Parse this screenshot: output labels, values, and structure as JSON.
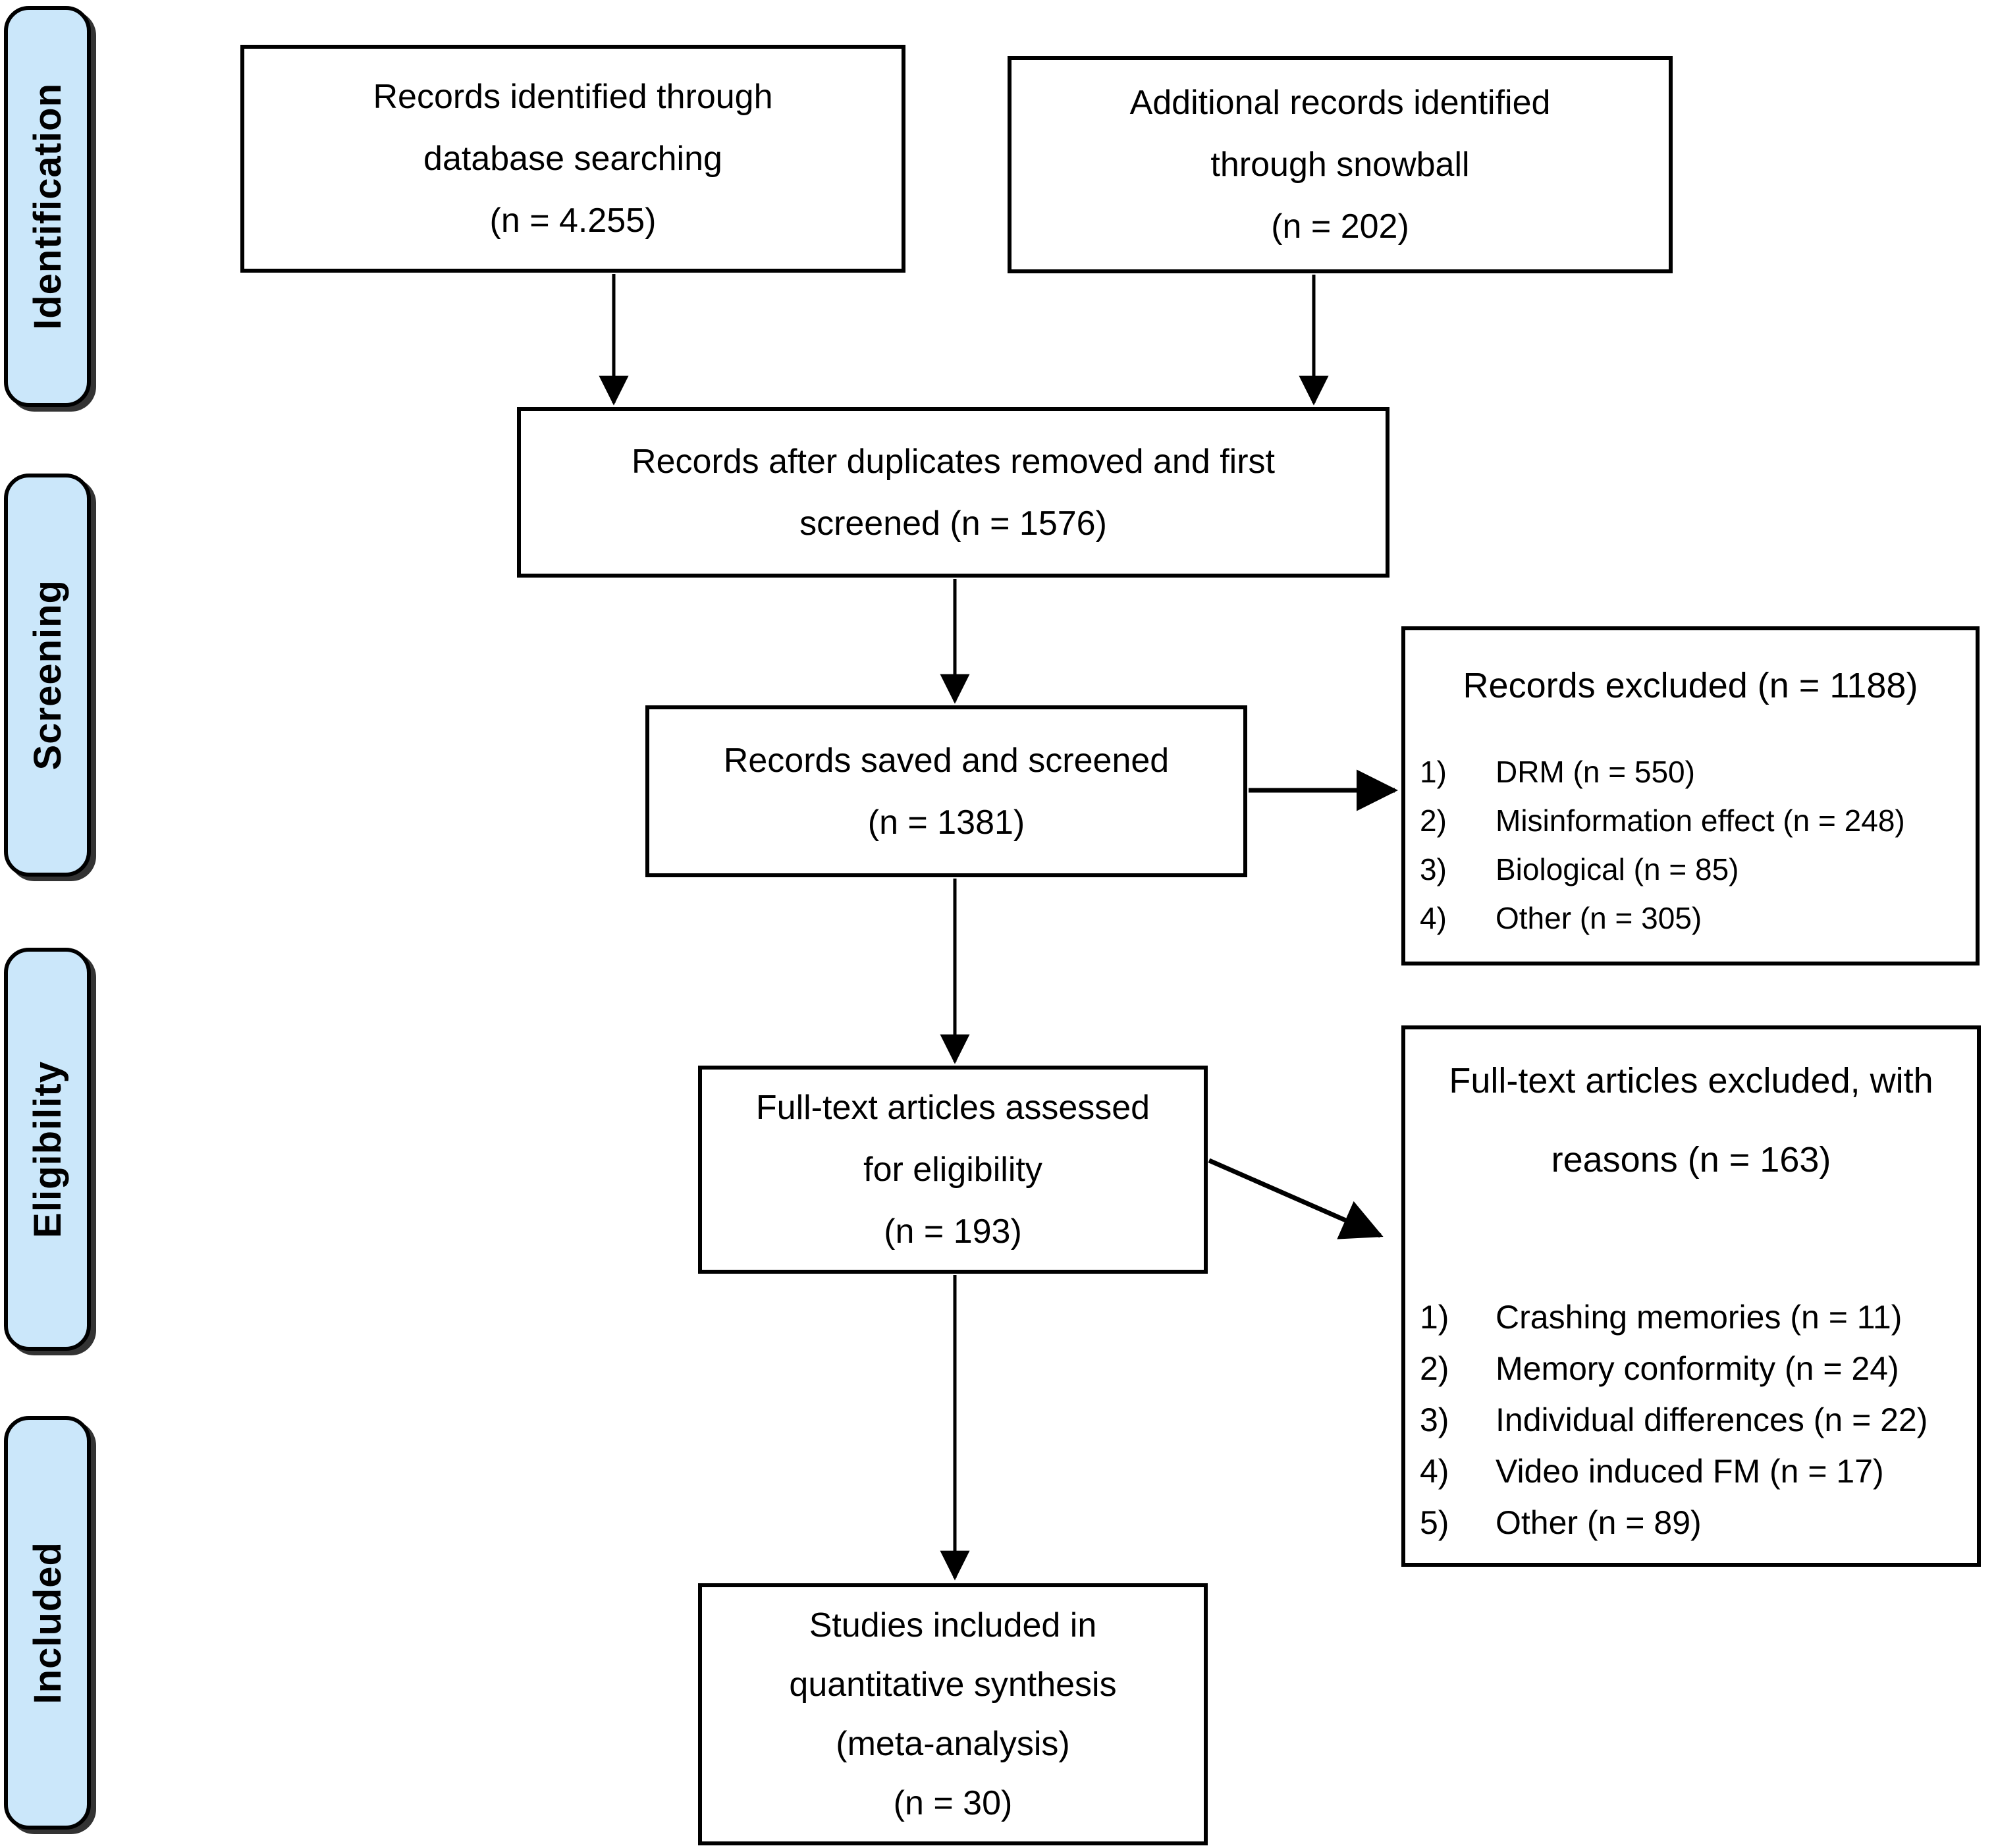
{
  "sidebar": {
    "identification": "Identification",
    "screening": "Screening",
    "eligibility": "Eligibility",
    "included": "Included"
  },
  "boxes": {
    "identified": {
      "lines": [
        "Records identified through",
        "database searching",
        "(n = 4.255)"
      ]
    },
    "snowball": {
      "lines": [
        "Additional records identified",
        "through snowball",
        "(n = 202)"
      ]
    },
    "duplicates": {
      "lines": [
        "Records after duplicates removed and first",
        "screened (n = 1576)"
      ]
    },
    "saved": {
      "lines": [
        "Records saved and screened",
        "(n = 1381)"
      ]
    },
    "records_excluded": {
      "title": "Records excluded (n = 1188)",
      "item_numbers": [
        "1)",
        "2)",
        "3)",
        "4)"
      ],
      "items": [
        "DRM (n = 550)",
        "Misinformation effect (n = 248)",
        "Biological (n = 85)",
        "Other (n = 305)"
      ]
    },
    "fulltext": {
      "lines": [
        "Full-text articles assessed",
        "for eligibility",
        "(n = 193)"
      ]
    },
    "fulltext_excluded": {
      "title_lines": [
        "Full-text articles excluded, with",
        "reasons (n = 163)"
      ],
      "item_numbers": [
        "1)",
        "2)",
        "3)",
        "4)",
        "5)"
      ],
      "items": [
        "Crashing memories (n = 11)",
        "Memory conformity (n = 24)",
        "Individual differences (n = 22)",
        "Video induced FM (n = 17)",
        "Other (n = 89)"
      ]
    },
    "included_studies": {
      "lines": [
        "Studies included in",
        "quantitative synthesis",
        "(meta-analysis)",
        "(n = 30)"
      ]
    }
  },
  "colors": {
    "stage_fill": "#cbe7fa",
    "border": "#000000",
    "background": "#ffffff"
  }
}
